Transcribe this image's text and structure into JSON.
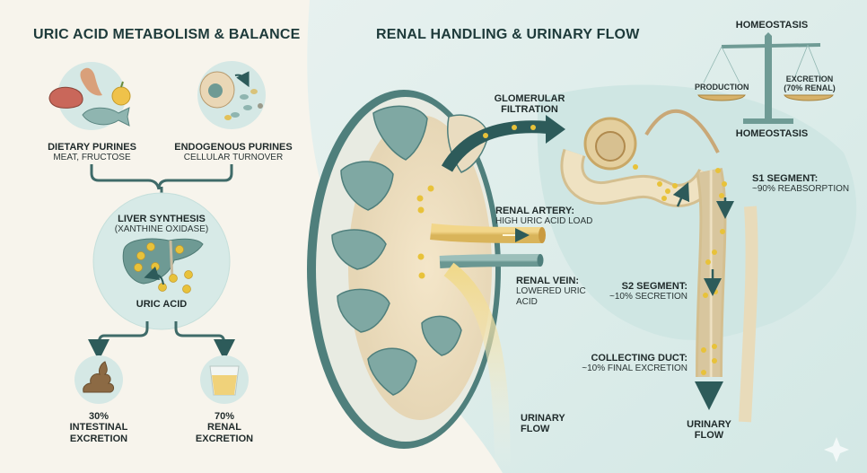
{
  "colors": {
    "background": "#f7f4ec",
    "panel_teal": "#d6ebe8",
    "dark_teal": "#2d5b5a",
    "kidney_teal": "#7fa8a3",
    "tubule_beige": "#e8d9b8",
    "uric_acid_yellow": "#e8c23a",
    "text_dark": "#1f2a2a"
  },
  "left_panel": {
    "title": "URIC ACID METABOLISM & BALANCE",
    "dietary": {
      "title": "DIETARY PURINES",
      "subtitle": "MEAT, FRUCTOSE",
      "icon": "food-icon"
    },
    "endogenous": {
      "title": "ENDOGENOUS PURINES",
      "subtitle": "CELLULAR TURNOVER",
      "icon": "cell-icon"
    },
    "liver": {
      "title": "LIVER SYNTHESIS",
      "subtitle": "(XANTHINE OXIDASE)",
      "product": "URIC ACID",
      "icon": "liver-icon"
    },
    "intestinal": {
      "percent": "30%",
      "line1": "INTESTINAL",
      "line2": "EXCRETION",
      "icon": "stool-icon"
    },
    "renal": {
      "percent": "70%",
      "line1": "RENAL",
      "line2": "EXCRETION",
      "icon": "urine-cup-icon"
    }
  },
  "right_panel": {
    "title": "RENAL HANDLING & URINARY FLOW",
    "glomerular": {
      "line1": "GLOMERULAR",
      "line2": "FILTRATION"
    },
    "artery": {
      "title": "RENAL ARTERY:",
      "subtitle": "HIGH URIC ACID LOAD"
    },
    "vein": {
      "title": "RENAL VEIN:",
      "subtitle_line1": "LOWERED URIC",
      "subtitle_line2": "ACID"
    },
    "urinary_flow_left": {
      "line1": "URINARY",
      "line2": "FLOW"
    },
    "s1": {
      "title": "S1 SEGMENT:",
      "subtitle": "~90% REABSORPTION"
    },
    "s2": {
      "title": "S2 SEGMENT:",
      "subtitle": "~10% SECRETION"
    },
    "collecting": {
      "title": "COLLECTING DUCT:",
      "subtitle": "~10% FINAL EXCRETION"
    },
    "urinary_flow_right": {
      "line1": "URINARY",
      "line2": "FLOW"
    }
  },
  "homeostasis": {
    "top_label": "HOMEOSTASIS",
    "bottom_label": "HOMEOSTASIS",
    "left_pan": "PRODUCTION",
    "right_pan_line1": "EXCRETION",
    "right_pan_line2": "(70% RENAL)"
  }
}
